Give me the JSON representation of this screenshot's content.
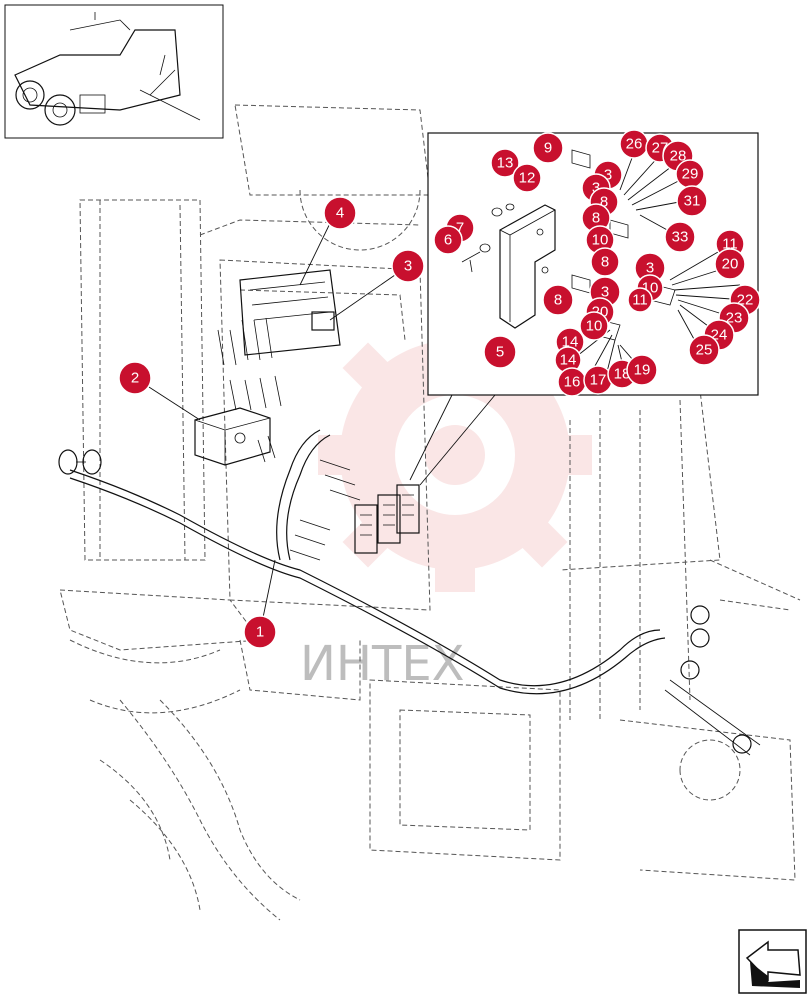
{
  "watermark": {
    "text": "ИНТЕХ",
    "color": "#f4c9c9"
  },
  "callout_color": "#c8102e",
  "callouts_main": [
    "1",
    "2",
    "3",
    "4",
    "5"
  ],
  "callouts_detail": [
    "6",
    "7",
    "8",
    "8",
    "8",
    "9",
    "10",
    "10",
    "12",
    "13",
    "14",
    "16",
    "17",
    "18",
    "19",
    "20",
    "20",
    "22",
    "23",
    "24",
    "25",
    "26",
    "27",
    "28",
    "29",
    "31",
    "33",
    "3",
    "3",
    "3",
    "3",
    "11",
    "10"
  ],
  "nav_icon": "back-arrow-icon"
}
